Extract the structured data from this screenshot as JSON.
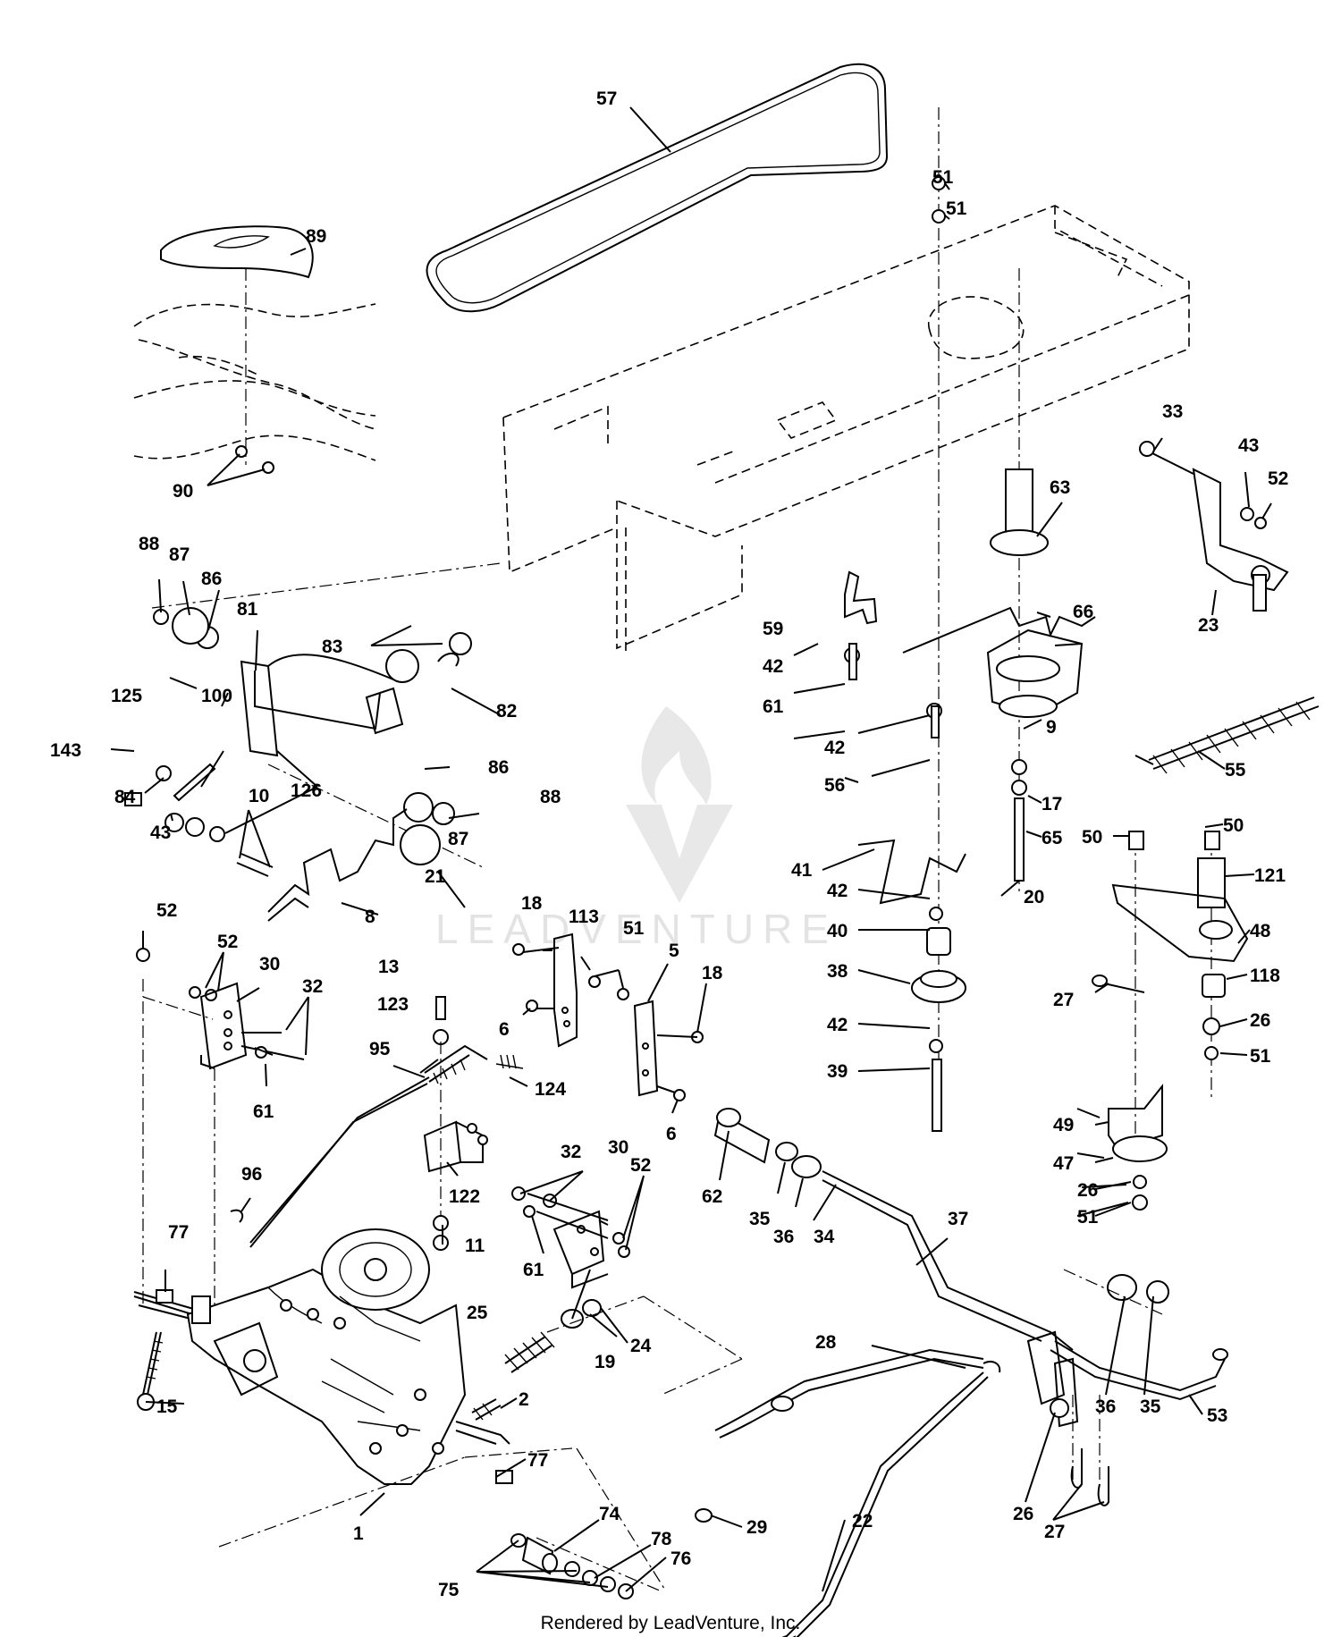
{
  "footer": {
    "text": "Rendered by LeadVenture, Inc."
  },
  "watermark": {
    "text": "LEADVENTURE"
  },
  "labels": [
    "57",
    "51",
    "51",
    "89",
    "90",
    "88",
    "87",
    "86",
    "81",
    "83",
    "82",
    "125",
    "100",
    "143",
    "84",
    "43",
    "126",
    "86",
    "88",
    "87",
    "10",
    "21",
    "8",
    "63",
    "33",
    "43",
    "52",
    "23",
    "59",
    "42",
    "61",
    "66",
    "42",
    "56",
    "9",
    "55",
    "17",
    "65",
    "20",
    "41",
    "42",
    "40",
    "38",
    "42",
    "39",
    "50",
    "50",
    "121",
    "48",
    "118",
    "27",
    "26",
    "51",
    "52",
    "52",
    "30",
    "32",
    "61",
    "13",
    "123",
    "95",
    "124",
    "122",
    "96",
    "18",
    "113",
    "51",
    "5",
    "18",
    "6",
    "6",
    "32",
    "30",
    "52",
    "61",
    "62",
    "35",
    "36",
    "34",
    "37",
    "49",
    "47",
    "26",
    "51",
    "77",
    "11",
    "25",
    "19",
    "24",
    "15",
    "2",
    "77",
    "1",
    "74",
    "78",
    "76",
    "75",
    "28",
    "29",
    "22",
    "36",
    "35",
    "53",
    "26",
    "27"
  ]
}
